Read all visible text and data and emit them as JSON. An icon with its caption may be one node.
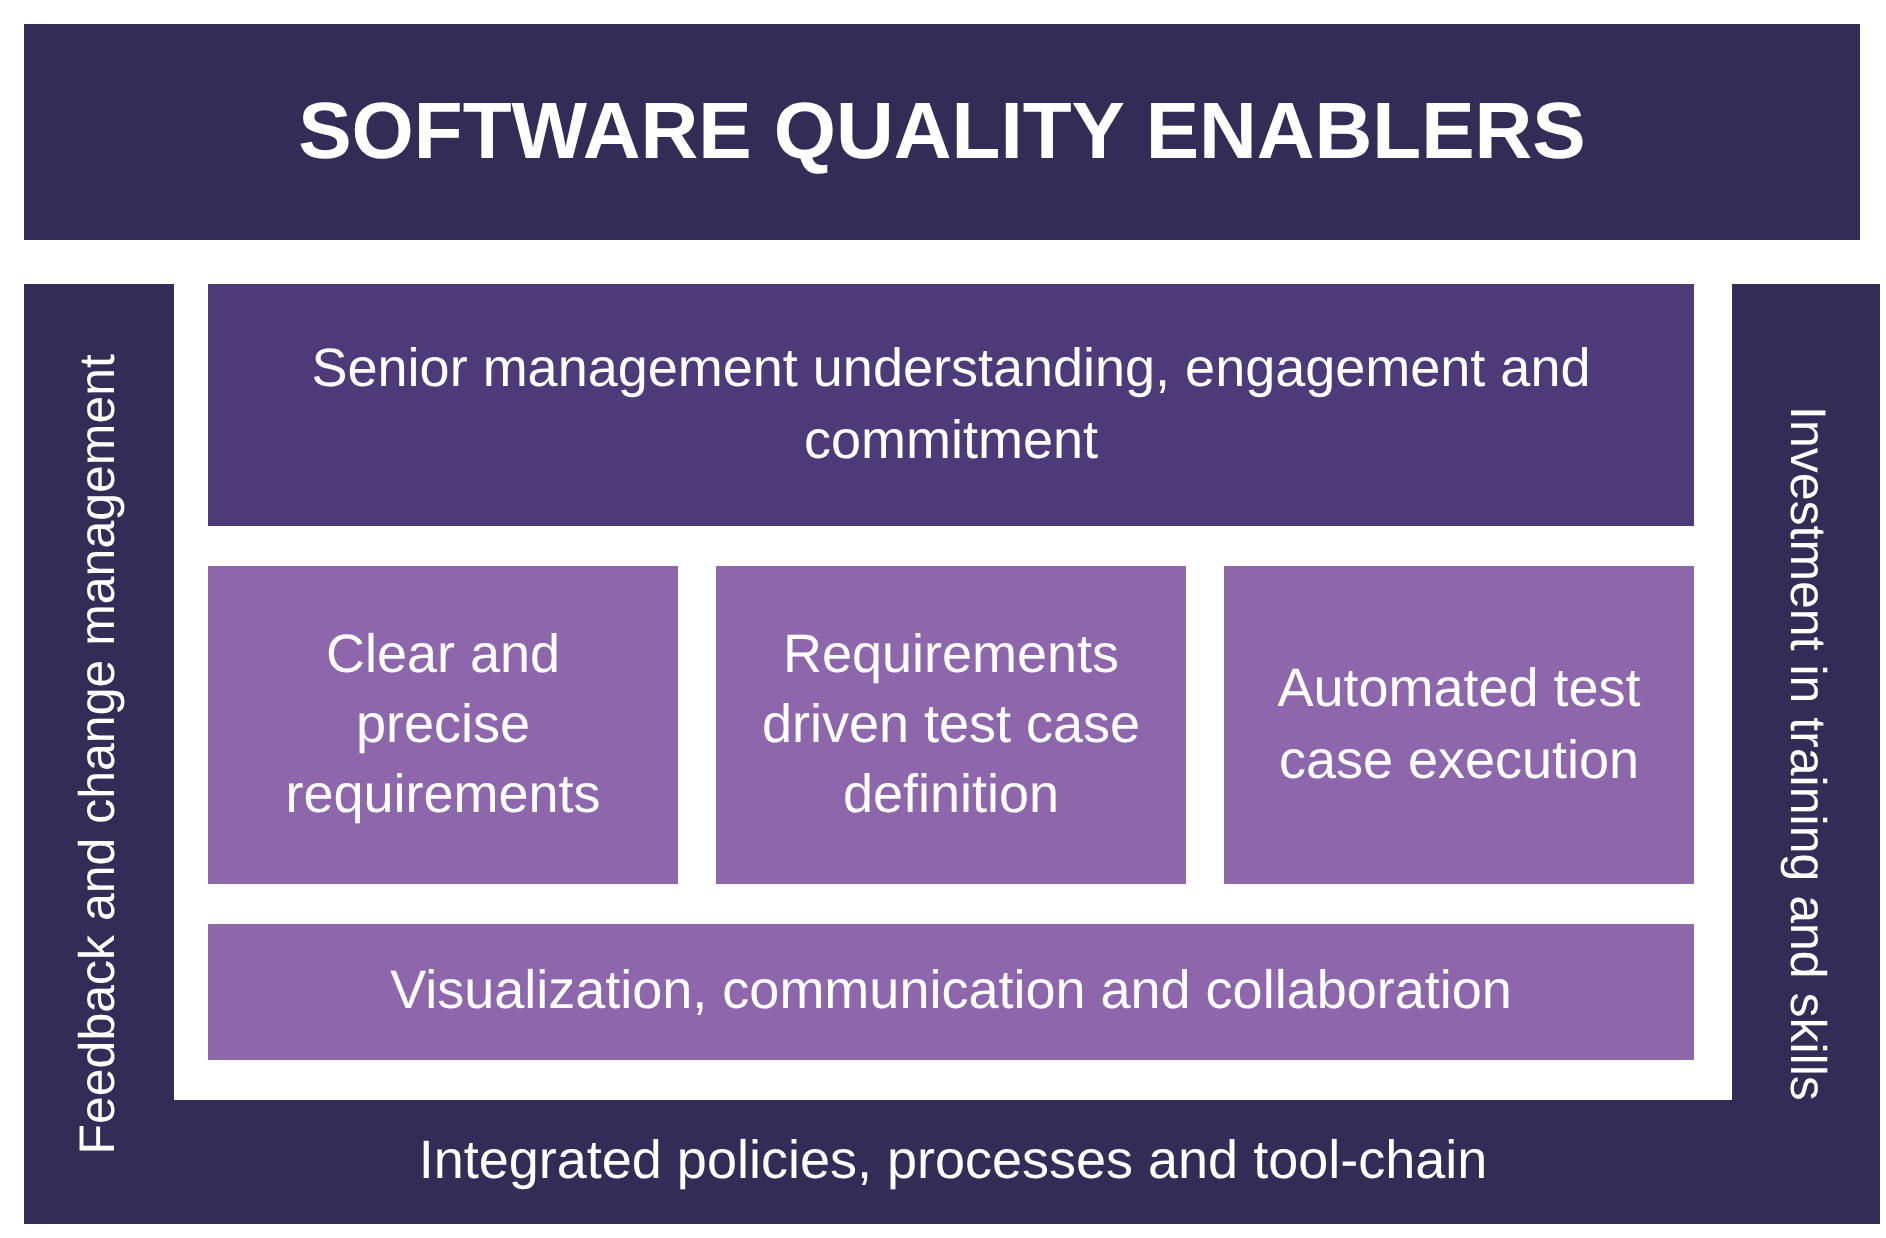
{
  "diagram": {
    "title": "SOFTWARE QUALITY ENABLERS",
    "nodes": [
      {
        "text": [
          "Feedback and change management"
        ]
      },
      {
        "text": [
          "Senior management understanding, engagement and commitment"
        ]
      },
      {
        "text": [
          "Clear and precise requirements"
        ]
      },
      {
        "text": [
          "Requirements driven test case definition"
        ]
      },
      {
        "text": [
          "Automated test case execution"
        ]
      },
      {
        "text": [
          "Visualization, communication and collaboration"
        ]
      },
      {
        "text": [
          "Investment in training and skills"
        ]
      },
      {
        "text": [
          "Integrated policies, processes and tool-chain"
        ]
      }
    ]
  }
}
